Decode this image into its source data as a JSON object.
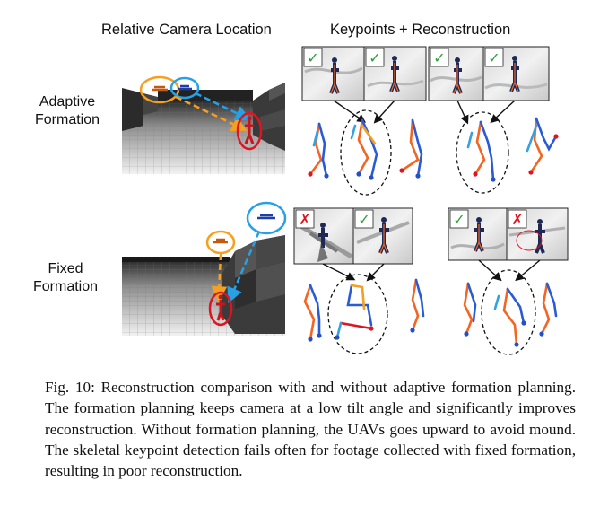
{
  "headers": {
    "left": "Relative Camera Location",
    "right": "Keypoints + Reconstruction"
  },
  "rows": [
    {
      "label_line1": "Adaptive",
      "label_line2": "Formation",
      "thumbs": [
        "check",
        "check",
        "check",
        "check"
      ]
    },
    {
      "label_line1": "Fixed",
      "label_line2": "Formation",
      "thumbs": [
        "cross",
        "check",
        "check",
        "cross"
      ]
    }
  ],
  "marks": {
    "check": "✓",
    "cross": "✗"
  },
  "colors": {
    "orange": "#f5a020",
    "blue": "#27a1e6",
    "red": "#e0141e",
    "check_green": "#2e9e3a",
    "cross_red": "#e0141e",
    "skeleton_orange": "#f26522",
    "skeleton_blue": "#2350c8"
  },
  "caption": "Fig. 10: Reconstruction comparison with and without adaptive formation planning. The formation planning keeps camera at a low tilt angle and significantly improves reconstruction. Without formation planning, the UAVs goes upward to avoid mound. The skeletal keypoint detection fails often for footage collected with fixed formation, resulting in poor reconstruction."
}
